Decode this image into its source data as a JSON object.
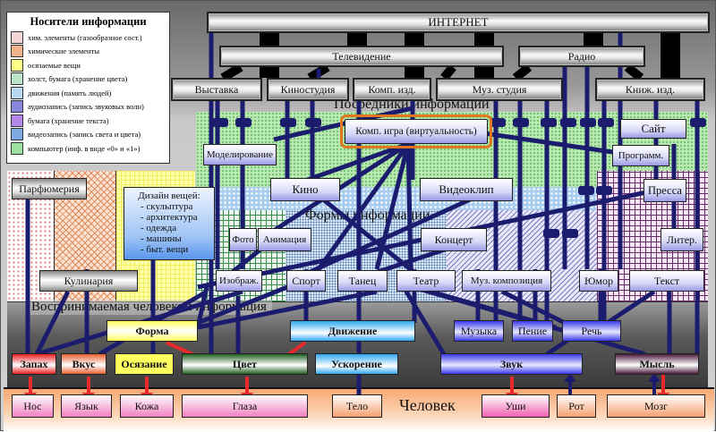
{
  "legend": {
    "title": "Носители информации",
    "items": [
      {
        "label": "хим. элементы (газообразное сост.)",
        "color": "#f4d6d6"
      },
      {
        "label": "химические элементы",
        "color": "#f0b48c"
      },
      {
        "label": "осязаемые вещи",
        "color": "#ffff88"
      },
      {
        "label": "холст, бумага (хранение цвета)",
        "color": "#bfe3c8"
      },
      {
        "label": "движения (память людей)",
        "color": "#bcd8f0"
      },
      {
        "label": "аудиозапись (запись звуковых волн)",
        "color": "#8888dd"
      },
      {
        "label": "бумага (хранение текста)",
        "color": "#b388e8"
      },
      {
        "label": "видеозапись (запись света и цвета)",
        "color": "#7fa8e0"
      },
      {
        "label": "компьютер (инф. в виде «0» и «1»)",
        "color": "#9ee09e"
      }
    ]
  },
  "media": {
    "internet": "ИНТЕРНЕТ",
    "tv": "Телевидение",
    "radio": "Радио",
    "row": [
      "Выставка",
      "Киностудия",
      "Комп. изд.",
      "Муз. студия",
      "Книж. изд."
    ]
  },
  "zones": {
    "mediators": "Посредники информации",
    "forms": "Формы информации",
    "perceived": "Воспринимаемая человеком информация",
    "human": "Человек"
  },
  "forms": {
    "game": "Комп. игра (виртуальность)",
    "site": "Сайт",
    "modeling": "Моделирование",
    "programs": "Программ.",
    "perfume": "Парфюмерия",
    "cinema": "Кино",
    "videoclip": "Видеоклип",
    "press": "Пресса",
    "design_title": "Дизайн вещей:",
    "design_items": [
      "- скульптура",
      "- архитектура",
      "- одежда",
      "- машины",
      "- быт. вещи"
    ],
    "photo": "Фото",
    "animation": "Анимация",
    "concert": "Концерт",
    "literature": "Литер.",
    "cooking": "Кулинария",
    "image": "Изображ.",
    "sport": "Спорт",
    "dance": "Танец",
    "theatre": "Театр",
    "music_comp": "Муз. композиция",
    "humor": "Юмор",
    "text": "Текст"
  },
  "perceived": {
    "shape": "Форма",
    "motion": "Движение",
    "music": "Музыка",
    "singing": "Пение",
    "speech": "Речь",
    "smell": "Запах",
    "taste": "Вкус",
    "touch": "Осязание",
    "color": "Цвет",
    "acceleration": "Ускорение",
    "sound": "Звук",
    "thought": "Мысль"
  },
  "organs": {
    "nose": "Нос",
    "tongue": "Язык",
    "skin": "Кожа",
    "eyes": "Глаза",
    "body": "Тело",
    "ears": "Уши",
    "mouth": "Рот",
    "brain": "Мозг"
  },
  "colors": {
    "link": "#1c1c6e",
    "arrow_red": "#e8282a",
    "highlight": "#e07820"
  }
}
